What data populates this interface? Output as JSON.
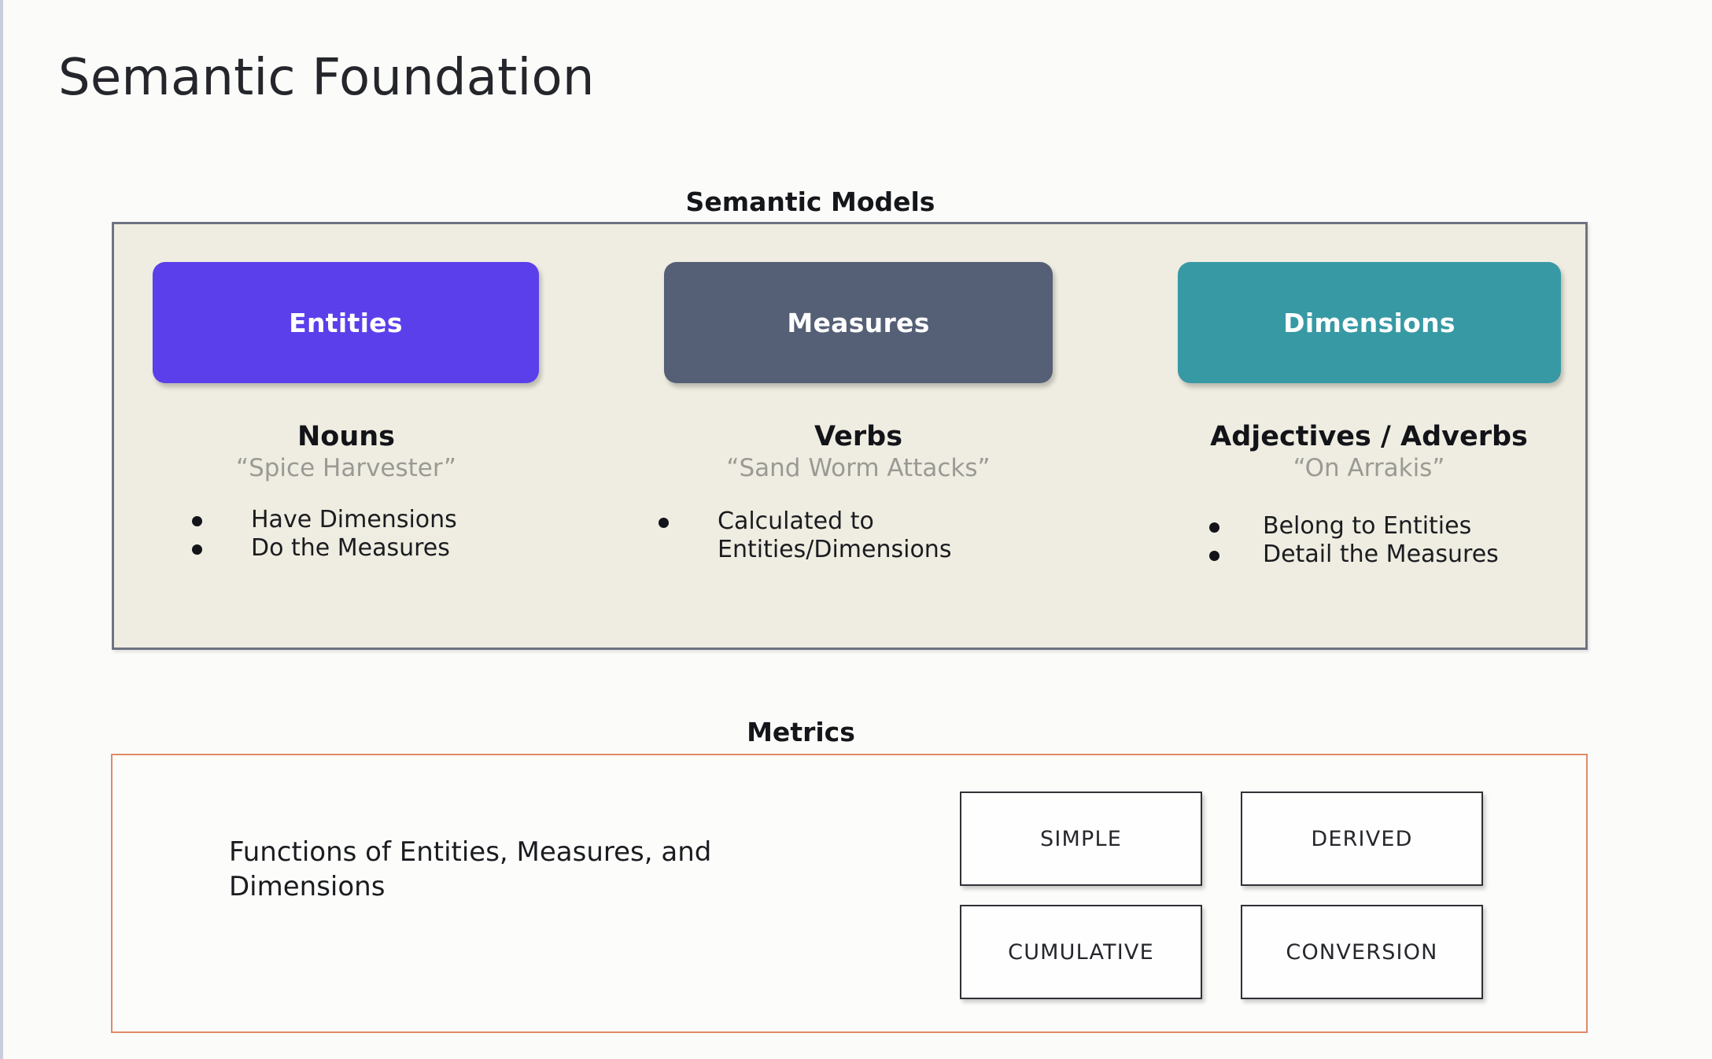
{
  "slide": {
    "title": "Semantic Foundation",
    "background_color": "#FBFCFA"
  },
  "semantic_models": {
    "heading": "Semantic Models",
    "panel_background_color": "#EFEDE1",
    "panel_border_color": "#6E7382",
    "columns": [
      {
        "pill_label": "Entities",
        "pill_color": "#5B3FEB",
        "title": "Nouns",
        "example": "“Spice Harvester”",
        "bullets": [
          "Have Dimensions",
          "Do the Measures"
        ]
      },
      {
        "pill_label": "Measures",
        "pill_color": "#555F75",
        "title": "Verbs",
        "example": "“Sand Worm Attacks”",
        "bullets": [
          "Calculated to Entities/Dimensions"
        ]
      },
      {
        "pill_label": "Dimensions",
        "pill_color": "#3799A4",
        "title": "Adjectives / Adverbs",
        "example": "“On Arrakis”",
        "bullets": [
          "Belong to Entities",
          "Detail the Measures"
        ]
      }
    ]
  },
  "metrics": {
    "heading": "Metrics",
    "panel_border_color": "#E08A6B",
    "description": "Functions of Entities, Measures, and Dimensions",
    "boxes": [
      "SIMPLE",
      "DERIVED",
      "CUMULATIVE",
      "CONVERSION"
    ]
  }
}
